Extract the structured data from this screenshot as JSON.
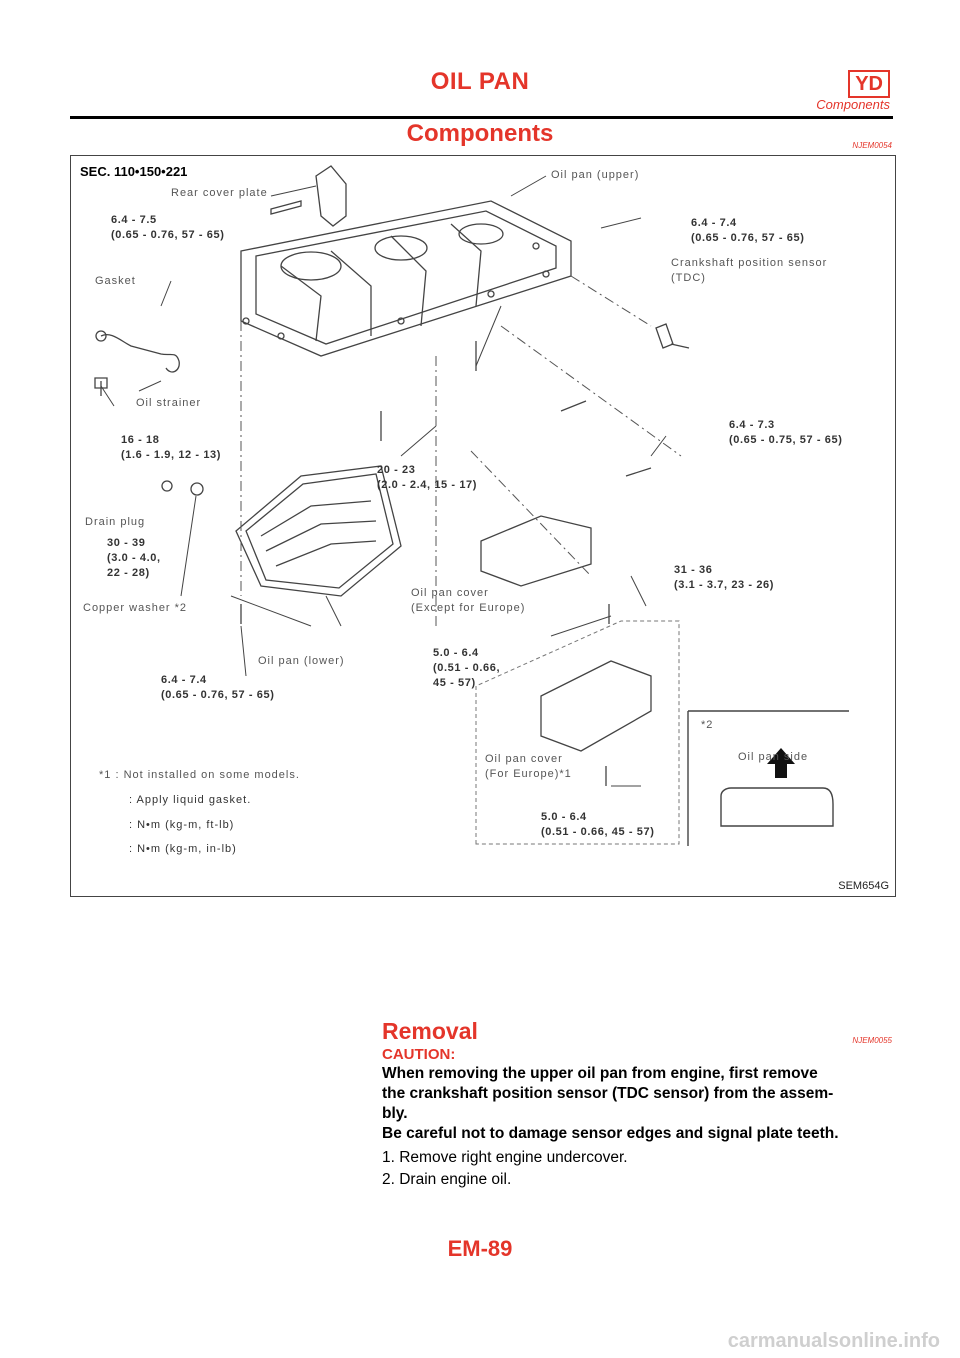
{
  "header": {
    "title": "OIL PAN",
    "engine_code": "YD",
    "subtitle": "Components"
  },
  "section": {
    "title": "Components",
    "ref": "NJEM0054"
  },
  "figure": {
    "sec_code": "SEC. 110•150•221",
    "figure_id": "SEM654G",
    "labels": {
      "rear_cover_plate": "Rear cover plate",
      "oil_pan_upper": "Oil pan (upper)",
      "gasket": "Gasket",
      "crankshaft_sensor": "Crankshaft position sensor\n(TDC)",
      "oil_strainer": "Oil strainer",
      "drain_plug": "Drain plug",
      "copper_washer": "Copper washer *2",
      "oil_pan_lower": "Oil pan (lower)",
      "oil_pan_cover_except": "Oil pan cover\n(Except for Europe)",
      "oil_pan_cover_europe": "Oil pan cover\n(For Europe)*1",
      "note1": "*1 : Not installed on some models.",
      "inset_ref": "*2",
      "oil_pan_side": "Oil pan side"
    },
    "torques": {
      "t1": "6.4 - 7.5\n(0.65 - 0.76, 57 - 65)",
      "t2": "6.4 - 7.4\n(0.65 - 0.76, 57 - 65)",
      "t3": "16 - 18\n(1.6 - 1.9, 12 - 13)",
      "t4": "6.4 - 7.3\n(0.65 - 0.75, 57 - 65)",
      "t5": "20 - 23\n(2.0 - 2.4, 15 - 17)",
      "t6": "30 - 39\n(3.0 - 4.0,\n22 - 28)",
      "t7": "31 - 36\n(3.1 - 3.7, 23 - 26)",
      "t8": "5.0 - 6.4\n(0.51 - 0.66,\n45 - 57)",
      "t9": "6.4 - 7.4\n(0.65 - 0.76, 57 - 65)",
      "t10": "5.0 - 6.4\n(0.51 - 0.66, 45 - 57)"
    },
    "legend": [
      ": Apply liquid gasket.",
      ": N•m (kg-m, ft-lb)",
      ": N•m (kg-m, in-lb)"
    ]
  },
  "removal": {
    "title": "Removal",
    "ref": "NJEM0055",
    "caution_heading": "CAUTION:",
    "caution_lines": [
      "When removing the upper oil pan from engine, first remove",
      "the crankshaft position sensor (TDC sensor) from the assem-",
      "bly.",
      "Be careful not to damage sensor edges and signal plate teeth."
    ],
    "steps": [
      "1.  Remove right engine undercover.",
      "2.  Drain engine oil."
    ]
  },
  "page_number": "EM-89",
  "watermark": "carmanualsonline.info",
  "colors": {
    "accent": "#e4352a",
    "text": "#000000",
    "diagram": "#444444"
  }
}
